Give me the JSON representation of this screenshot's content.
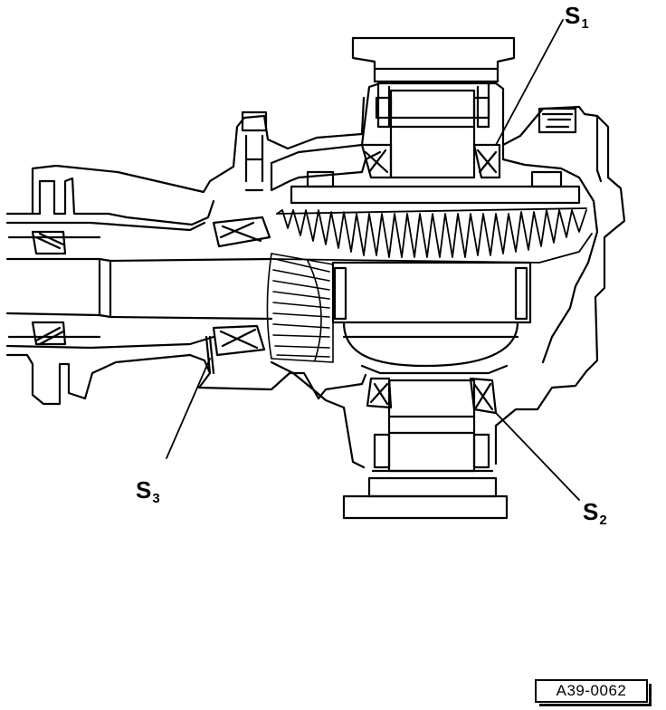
{
  "labels": {
    "s1": {
      "letter": "S",
      "index": "1"
    },
    "s2": {
      "letter": "S",
      "index": "2"
    },
    "s3": {
      "letter": "S",
      "index": "3"
    }
  },
  "figure_ref": "A39-0062",
  "colors": {
    "line": "#000000",
    "background": "#ffffff"
  }
}
